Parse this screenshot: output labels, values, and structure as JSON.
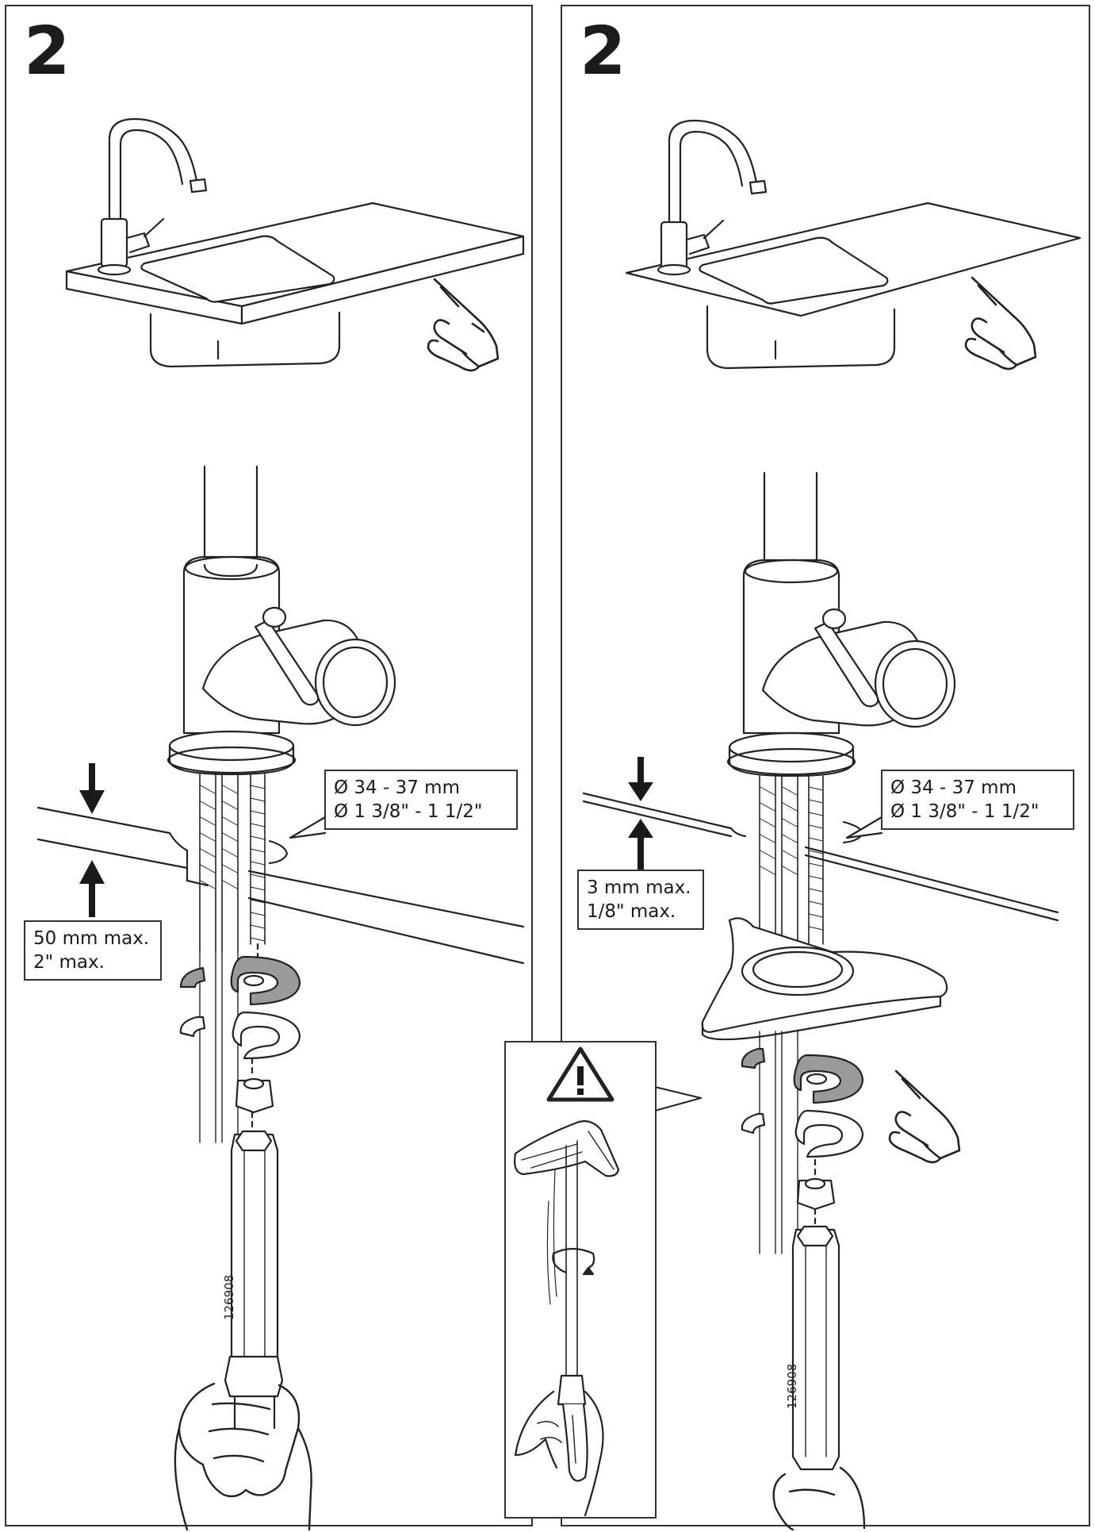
{
  "left": {
    "step": "2",
    "diameter_callout": {
      "line1": "Ø 34 - 37 mm",
      "line2": "Ø 1 3/8\" - 1 1/2\""
    },
    "thickness_callout": {
      "line1": "50 mm max.",
      "line2": "2\" max."
    },
    "part_code": "126908"
  },
  "right": {
    "step": "2",
    "diameter_callout": {
      "line1": "Ø 34 - 37 mm",
      "line2": "Ø 1 3/8\" - 1 1/2\""
    },
    "thickness_callout": {
      "line1": "3 mm max.",
      "line2": "1/8\" max."
    },
    "part_code": "126908"
  },
  "warning": {
    "icon": "warning-triangle-icon"
  },
  "colors": {
    "line": "#222222",
    "fill": "#ffffff",
    "shade": "#e6e6e6",
    "dark": "#9a9a9a"
  }
}
